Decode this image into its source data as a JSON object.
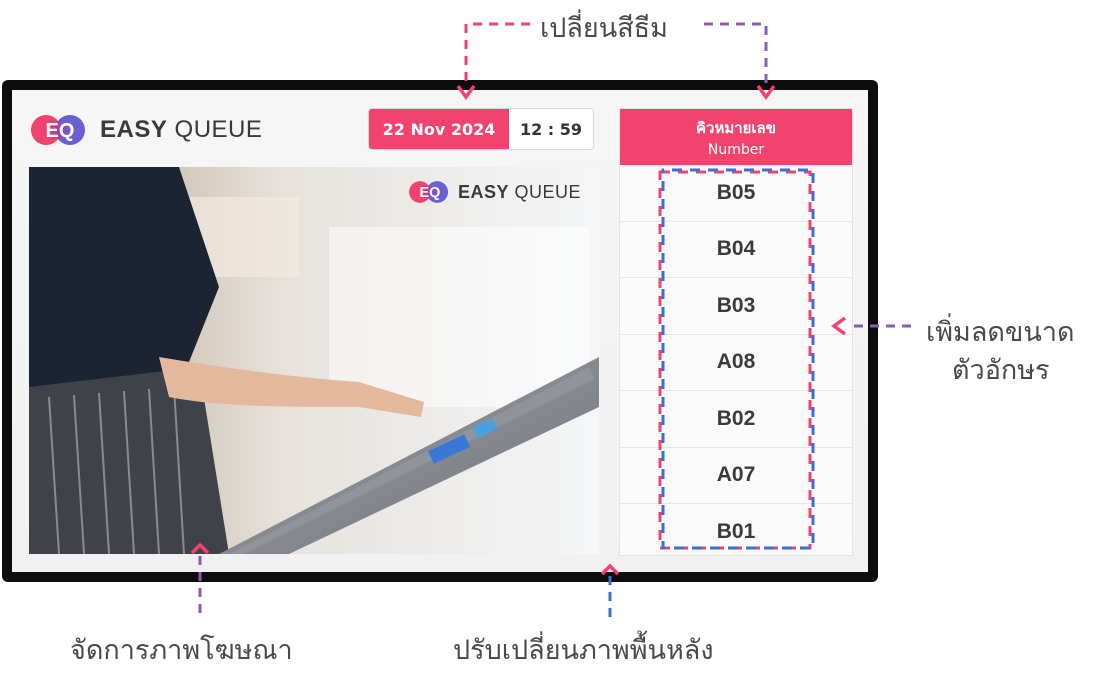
{
  "callouts": {
    "theme": "เปลี่ยนสีธีม",
    "font_size_line1": "เพิ่มลดขนาด",
    "font_size_line2": "ตัวอักษร",
    "ads": "จัดการภาพโฆษณา",
    "background": "ปรับเปลี่ยนภาพพื้นหลัง"
  },
  "app": {
    "logo_mark": "EQ",
    "logo_bold": "EASY",
    "logo_light": " QUEUE",
    "date": "22 Nov 2024",
    "time": "12 : 59"
  },
  "ad": {
    "logo_bold": "EASY",
    "logo_light": " QUEUE"
  },
  "queue": {
    "header_th": "คิวหมายเลข",
    "header_en": "Number",
    "items": [
      "B05",
      "B04",
      "B03",
      "A08",
      "B02",
      "A07",
      "B01"
    ]
  },
  "colors": {
    "accent": "#f1436e",
    "blue": "#3a6fd8",
    "purple": "#8a5bb5",
    "bezel": "#0c0c0c"
  }
}
